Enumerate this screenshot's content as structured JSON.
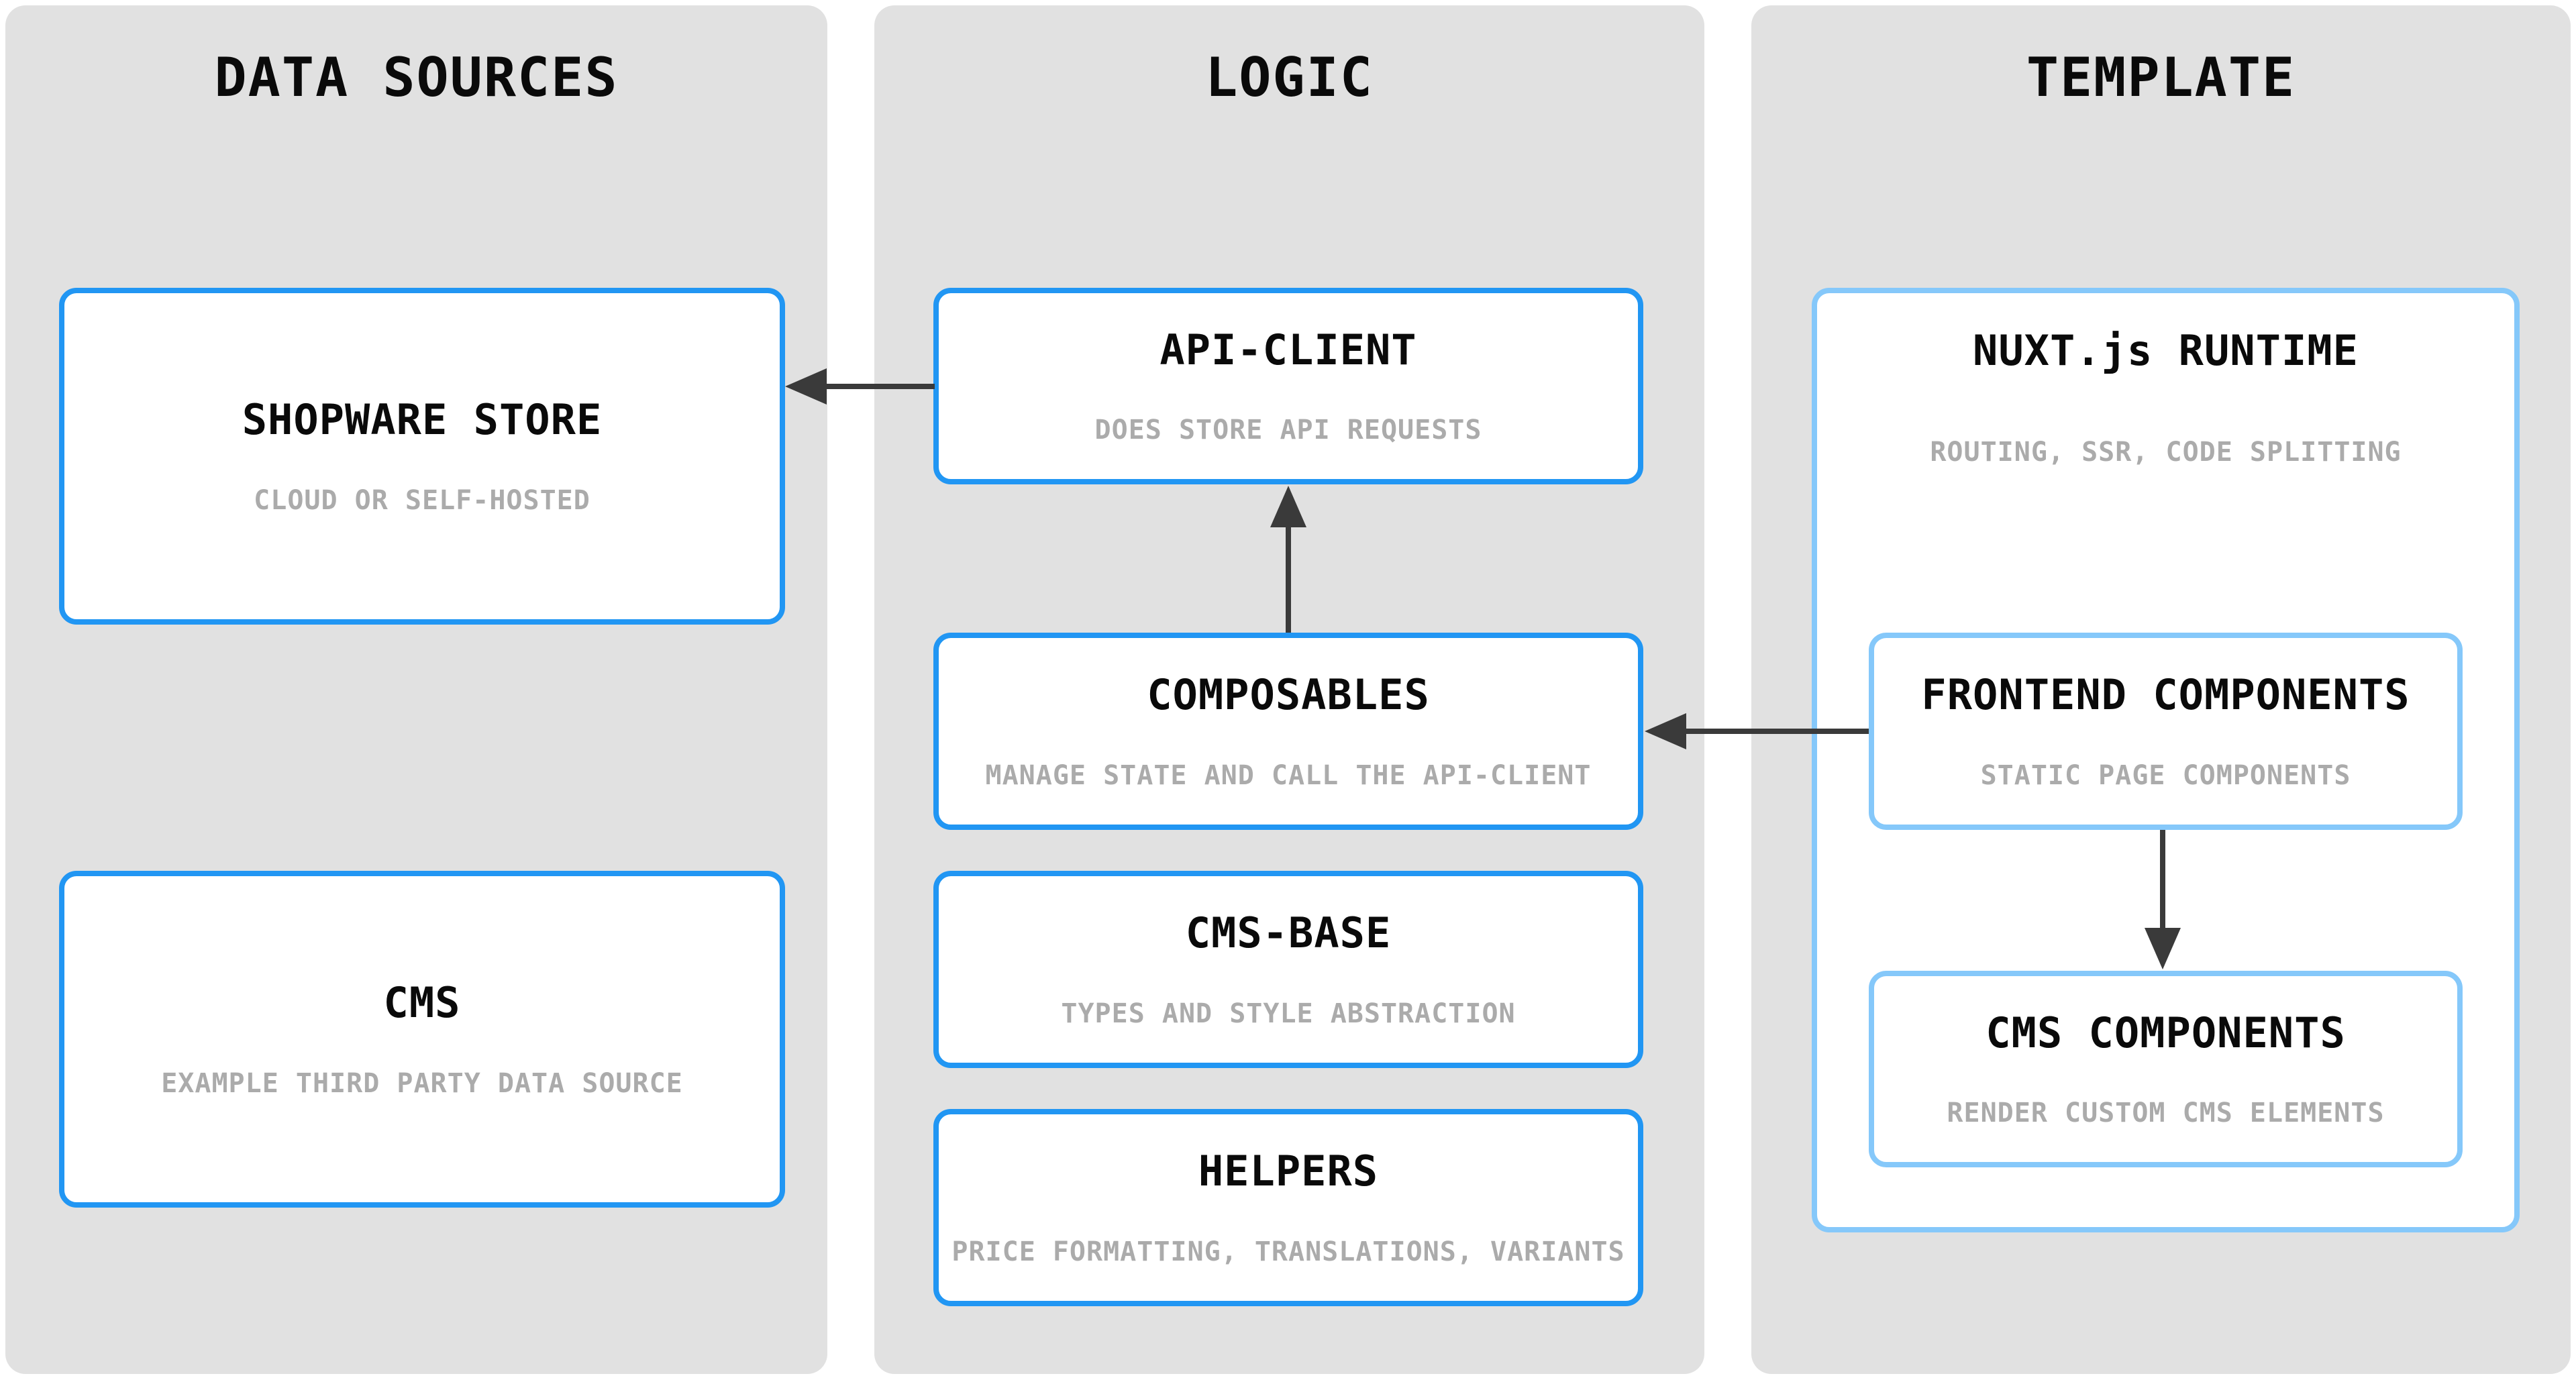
{
  "diagram": {
    "columns": [
      {
        "id": "data-sources",
        "title": "DATA SOURCES",
        "boxes": [
          {
            "title": "SHOPWARE STORE",
            "subtitle": "CLOUD OR SELF-HOSTED"
          },
          {
            "title": "CMS",
            "subtitle": "EXAMPLE THIRD PARTY DATA SOURCE"
          }
        ]
      },
      {
        "id": "logic",
        "title": "LOGIC",
        "boxes": [
          {
            "title": "API-CLIENT",
            "subtitle": "DOES STORE API REQUESTS"
          },
          {
            "title": "COMPOSABLES",
            "subtitle": "MANAGE STATE AND CALL THE API-CLIENT"
          },
          {
            "title": "CMS-BASE",
            "subtitle": "TYPES AND STYLE ABSTRACTION"
          },
          {
            "title": "HELPERS",
            "subtitle": "PRICE FORMATTING, TRANSLATIONS, VARIANTS"
          }
        ]
      },
      {
        "id": "template",
        "title": "TEMPLATE",
        "boxes": [
          {
            "title": "NUXT.js RUNTIME",
            "subtitle": "ROUTING, SSR, CODE SPLITTING",
            "children": [
              {
                "title": "FRONTEND COMPONENTS",
                "subtitle": "STATIC PAGE COMPONENTS"
              },
              {
                "title": "CMS COMPONENTS",
                "subtitle": "RENDER CUSTOM CMS ELEMENTS"
              }
            ]
          }
        ]
      }
    ],
    "edges": [
      {
        "from": "API-CLIENT",
        "to": "SHOPWARE STORE",
        "direction": "left"
      },
      {
        "from": "COMPOSABLES",
        "to": "API-CLIENT",
        "direction": "up"
      },
      {
        "from": "FRONTEND COMPONENTS",
        "to": "COMPOSABLES",
        "direction": "left"
      },
      {
        "from": "FRONTEND COMPONENTS",
        "to": "CMS COMPONENTS",
        "direction": "down"
      }
    ],
    "colors": {
      "panel_bg": "#e1e1e1",
      "node_bg": "#ffffff",
      "node_border_primary": "#2196f3",
      "node_border_light": "#85c8fa",
      "title_text": "#0a0a0a",
      "subtitle_text": "#ababab",
      "arrow": "#3a3a3a"
    }
  }
}
